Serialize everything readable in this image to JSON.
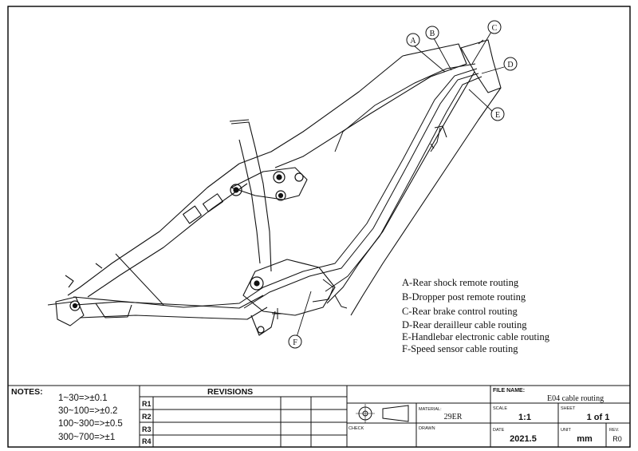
{
  "legend": {
    "items": [
      "A-Rear shock remote routing",
      "B-Dropper post remote routing",
      "C-Rear brake control routing",
      "D-Rear derailleur cable routing",
      "E-Handlebar electronic cable routing",
      "F-Speed sensor cable routing"
    ]
  },
  "callouts": {
    "a": "A",
    "b": "B",
    "c": "C",
    "d": "D",
    "e": "E",
    "f": "F"
  },
  "title_block": {
    "notes_label": "NOTES:",
    "tolerances": [
      "1~30=>±0.1",
      "30~100=>±0.2",
      "100~300=>±0.5",
      "300~700=>±1"
    ],
    "revisions_label": "REVISIONS",
    "revision_rows": [
      "R1",
      "R2",
      "R3",
      "R4"
    ],
    "material_label": "MATERIAL:",
    "material_value": "29ER",
    "check_label": "CHECK",
    "drawn_label": "DRAWN",
    "file_name_label": "FILE NAME:",
    "file_name_value": "E04 cable routing",
    "scale_label": "SCALE",
    "scale_value": "1:1",
    "sheet_label": "SHEET",
    "sheet_value": "1 of 1",
    "date_label": "DATE",
    "date_value": "2021.5",
    "unit_label": "UNIT",
    "unit_value": "mm",
    "rev_label": "REV.",
    "rev_value": "R0"
  }
}
